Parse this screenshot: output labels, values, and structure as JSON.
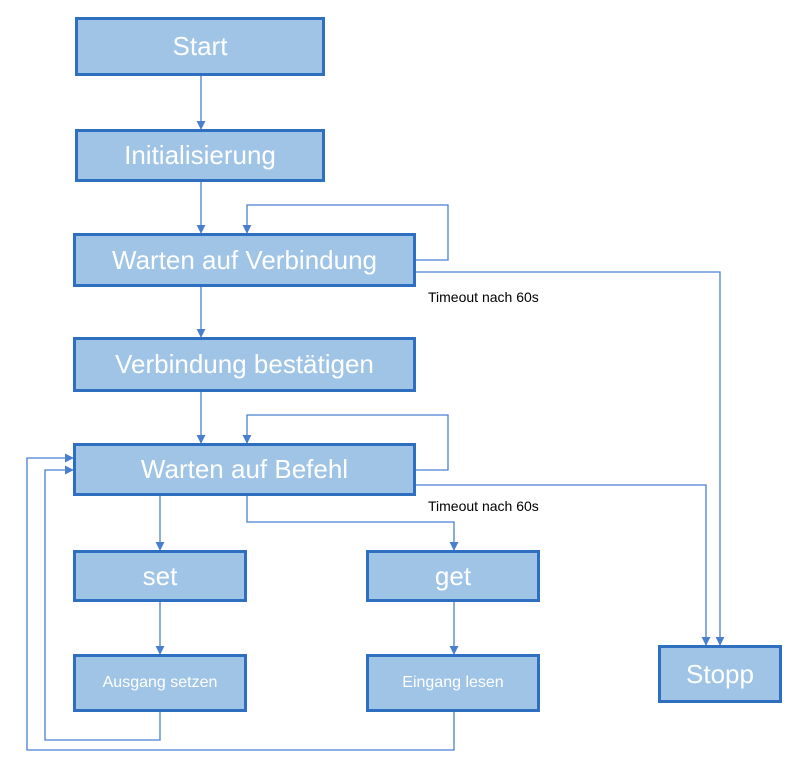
{
  "nodes": {
    "start": "Start",
    "init": "Initialisierung",
    "wait_connection": "Warten auf Verbindung",
    "confirm_connection": "Verbindung bestätigen",
    "wait_command": "Warten auf Befehl",
    "set": "set",
    "get": "get",
    "set_output": "Ausgang setzen",
    "read_input": "Eingang lesen",
    "stop": "Stopp"
  },
  "labels": {
    "timeout_connection": "Timeout nach 60s",
    "timeout_command": "Timeout nach 60s"
  },
  "colors": {
    "node_fill": "#9fc4e6",
    "node_border": "#2f6fbf",
    "node_text": "#ffffff",
    "connector": "#4a7fd0"
  }
}
